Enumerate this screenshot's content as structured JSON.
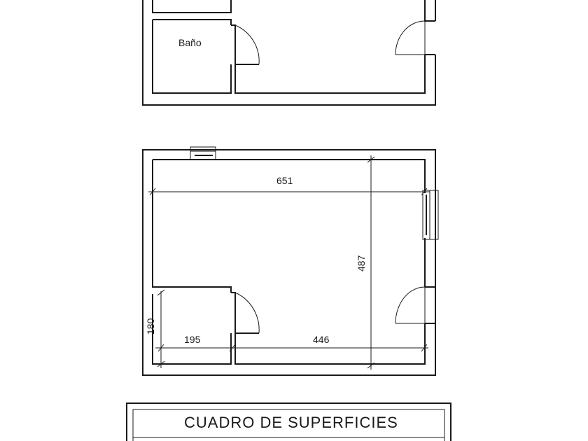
{
  "top_plan": {
    "room_label": "Baño"
  },
  "bottom_plan": {
    "dimensions": {
      "width": "651",
      "height": "487",
      "bath_height": "180",
      "bath_width": "195",
      "main_bottom": "446"
    }
  },
  "table": {
    "title": "CUADRO DE SUPERFICIES"
  }
}
